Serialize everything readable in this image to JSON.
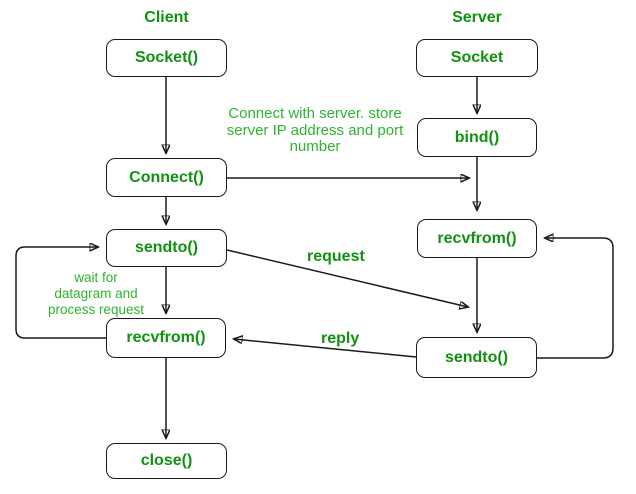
{
  "client": {
    "title": "Client",
    "boxes": [
      {
        "label": "Socket()"
      },
      {
        "label": "Connect()"
      },
      {
        "label": "sendto()"
      },
      {
        "label": "recvfrom()"
      },
      {
        "label": "close()"
      }
    ]
  },
  "server": {
    "title": "Server",
    "boxes": [
      {
        "label": "Socket"
      },
      {
        "label": "bind()"
      },
      {
        "label": "recvfrom()"
      },
      {
        "label": "sendto()"
      }
    ]
  },
  "annotations": {
    "connect_note_lines": [
      "Connect with server. store",
      "server IP address and port",
      "number"
    ],
    "wait_note_lines": [
      "wait for",
      "datagram and",
      "process request"
    ],
    "request_label": "request",
    "reply_label": "reply"
  },
  "colors": {
    "label_green": "#119111",
    "note_green": "#2db52d",
    "line_black": "#1a1a1a"
  }
}
